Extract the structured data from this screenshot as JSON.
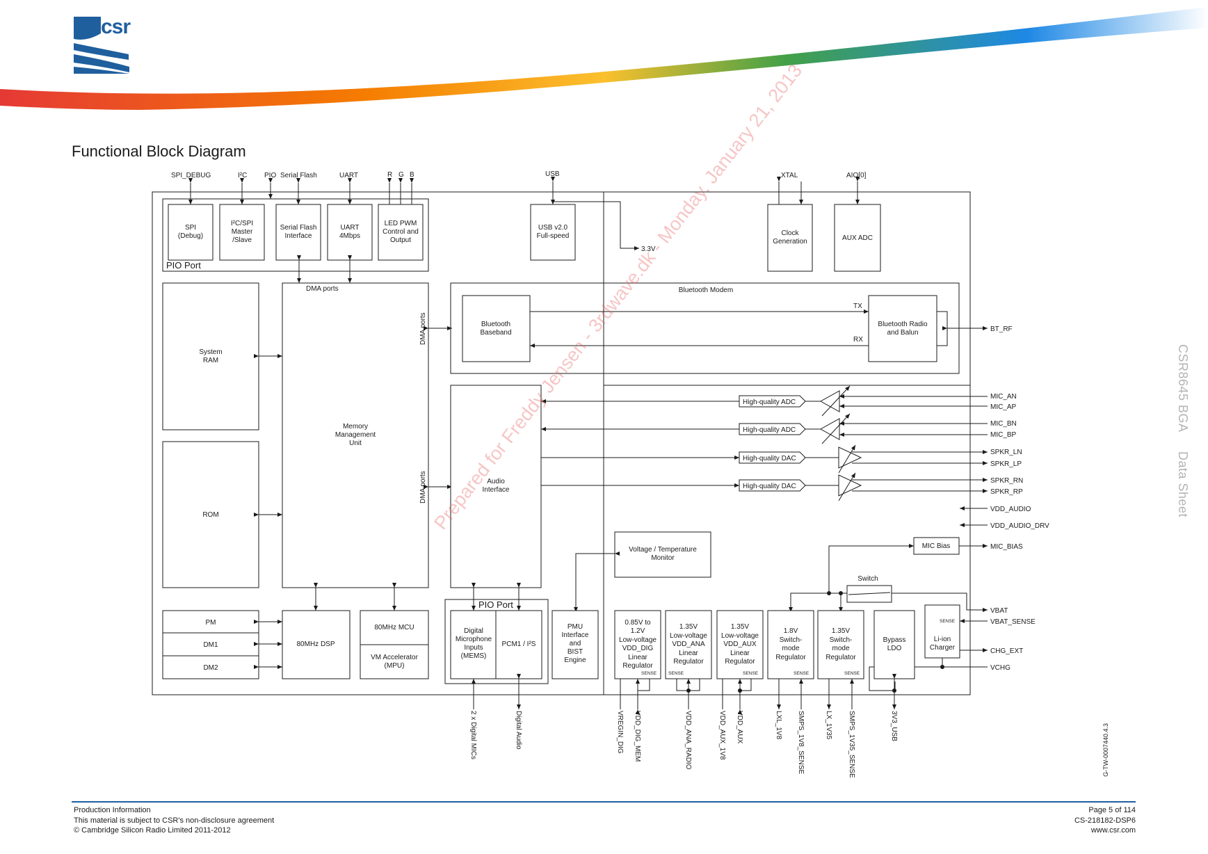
{
  "header": {
    "logo_text": "csr",
    "brand_colors": [
      "#1f5f9e",
      "#e53935",
      "#f57c00",
      "#fbc02d",
      "#43a047",
      "#1e88e5"
    ]
  },
  "page_title": "Functional Block Diagram",
  "side_title": [
    "CSR8645 BGA",
    "Data Sheet"
  ],
  "watermark": "Prepared for Freddy Jensen - 3rdwave.dk - Monday, January 21, 2013",
  "doc_id": "G-TW-0007440.4.3",
  "footer": {
    "left": [
      "Production Information",
      "This material is subject to CSR's non-disclosure agreement",
      "© Cambridge Silicon Radio Limited 2011-2012"
    ],
    "right": [
      "Page 5 of 114",
      "CS-218182-DSP6",
      "www.csr.com"
    ]
  },
  "diagram": {
    "top_signals": {
      "spi_debug": "SPI_DEBUG",
      "i2c": "I²C",
      "pio": "PIO",
      "serial_flash": "Serial Flash",
      "uart": "UART",
      "r": "R",
      "g": "G",
      "b": "B",
      "usb": "USB",
      "xtal": "XTAL",
      "aio0": "AIO[0]"
    },
    "blocks": {
      "spi": [
        "SPI",
        "(Debug)"
      ],
      "i2c_spi": [
        "I²C/SPI",
        "Master",
        "/Slave"
      ],
      "serial_flash_if": [
        "Serial Flash",
        "Interface"
      ],
      "uart": [
        "UART",
        "4Mbps"
      ],
      "led_pwm": [
        "LED PWM",
        "Control and",
        "Output"
      ],
      "usb": [
        "USB v2.0",
        "Full-speed"
      ],
      "clock": [
        "Clock",
        "Generation"
      ],
      "aux_adc": [
        "AUX ADC"
      ],
      "pio_port": "PIO Port",
      "system_ram": [
        "System",
        "RAM"
      ],
      "rom": [
        "ROM"
      ],
      "mmu": [
        "Memory",
        "Management",
        "Unit"
      ],
      "dma_ports_top": "DMA ports",
      "dma_ports_v1": "DMA ports",
      "dma_ports_v2": "DMA ports",
      "bt_modem": "Bluetooth Modem",
      "bt_baseband": [
        "Bluetooth",
        "Baseband"
      ],
      "bt_radio": [
        "Bluetooth Radio",
        "and Balun"
      ],
      "tx": "TX",
      "rx": "RX",
      "audio_if": [
        "Audio",
        "Interface"
      ],
      "adc1": "High-quality ADC",
      "adc2": "High-quality ADC",
      "dac1": "High-quality DAC",
      "dac2": "High-quality DAC",
      "vtm": [
        "Voltage / Temperature",
        "Monitor"
      ],
      "mic_bias": "MIC Bias",
      "switch": "Switch",
      "pm": "PM",
      "dm1": "DM1",
      "dm2": "DM2",
      "dsp": "80MHz DSP",
      "mcu": "80MHz MCU",
      "vm": [
        "VM Accelerator",
        "(MPU)"
      ],
      "pio_port2": "PIO Port",
      "dig_mic": [
        "Digital",
        "Microphone",
        "Inputs",
        "(MEMS)"
      ],
      "pcm": "PCM1 / I²S",
      "pmu": [
        "PMU",
        "Interface",
        "and",
        "BIST",
        "Engine"
      ],
      "reg_dig": [
        "0.85V to",
        "1.2V",
        "Low-voltage",
        "VDD_DIG",
        "Linear",
        "Regulator"
      ],
      "reg_ana": [
        "1.35V",
        "Low-voltage",
        "VDD_ANA",
        "Linear",
        "Regulator"
      ],
      "reg_aux": [
        "1.35V",
        "Low-voltage",
        "VDD_AUX",
        "Linear",
        "Regulator"
      ],
      "smps18": [
        "1.8V",
        "Switch-",
        "mode",
        "Regulator"
      ],
      "smps135": [
        "1.35V",
        "Switch-",
        "mode",
        "Regulator"
      ],
      "bypass": [
        "Bypass",
        "LDO"
      ],
      "charger": [
        "Li-ion",
        "Charger"
      ],
      "sense": "SENSE",
      "v33": "3.3V"
    },
    "right_signals": {
      "bt_rf": "BT_RF",
      "mic_an": "MIC_AN",
      "mic_ap": "MIC_AP",
      "mic_bn": "MIC_BN",
      "mic_bp": "MIC_BP",
      "spkr_ln": "SPKR_LN",
      "spkr_lp": "SPKR_LP",
      "spkr_rn": "SPKR_RN",
      "spkr_rp": "SPKR_RP",
      "vdd_audio": "VDD_AUDIO",
      "vdd_audio_drv": "VDD_AUDIO_DRV",
      "mic_bias": "MIC_BIAS",
      "vbat": "VBAT",
      "vbat_sense": "VBAT_SENSE",
      "chg_ext": "CHG_EXT",
      "vchg": "VCHG"
    },
    "bottom_signals": {
      "dig_mics": "2 x Digital MICs",
      "dig_audio": "Digital Audio",
      "vregin_dig": "VREGIN_DIG",
      "vdd_dig_mem": "VDD_DIG_MEM",
      "vdd_ana_radio": "VDD_ANA_RADIO",
      "vdd_aux_1v8": "VDD_AUX_1V8",
      "vdd_aux": "VDD_AUX",
      "lxl_1v8": "LXL_1V8",
      "smps_1v8_sense": "SMPS_1V8_SENSE",
      "lx_1v35": "LX_1V35",
      "smps_1v35_sense": "SMPS_1V35_SENSE",
      "v3_usb": "3V3_USB"
    }
  }
}
